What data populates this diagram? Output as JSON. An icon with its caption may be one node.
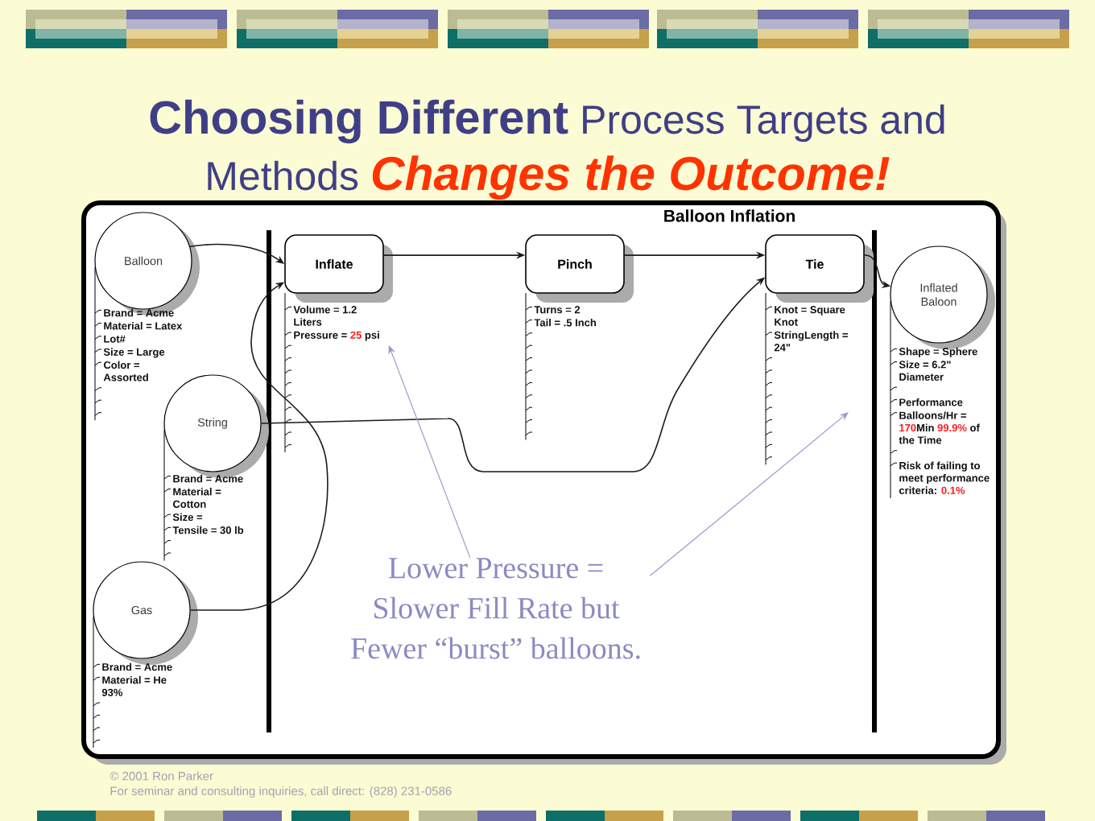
{
  "diagram": {
    "title": "**Choosing Different** Process Targets and Methods *Changes the Outcome!*",
    "nodes": [
      {
        "text": [
          "Balloon Inflation"
        ]
      },
      {
        "text": [
          "Balloon"
        ],
        "in": 0,
        "beside": [
          "Brand = Acme",
          "Material = Latex",
          "Lot#",
          "Size = Large",
          "Color = Assorted"
        ]
      },
      {
        "text": [
          "Inflate"
        ],
        "in": 0,
        "beside": [
          "Volume = 1.2 Liters",
          "Pressure = **25** psi"
        ]
      },
      {
        "text": [
          "Pinch"
        ],
        "in": 0,
        "beside": [
          "Turns = 2",
          "Tail = .5 Inch"
        ]
      },
      {
        "text": [
          "Tie"
        ],
        "in": 0,
        "beside": [
          "Knot = Square Knot",
          "StringLength = 24\""
        ]
      },
      {
        "text": [
          "Inflated Baloon"
        ],
        "in": 0,
        "beside": [
          "Shape = Sphere",
          "Size = 6.2\" Diameter",
          "Performance",
          "Balloons/Hr = **170**Min **99.9%** of the Time",
          "Risk of failing to meet performance criteria: **0.1%**"
        ]
      },
      {
        "text": [
          "String"
        ],
        "in": 0,
        "beside": [
          "Brand = Acme",
          "Material = Cotton",
          "Size =",
          "Tensile = 30 lb"
        ]
      },
      {
        "text": [
          "Gas"
        ],
        "in": 0,
        "beside": [
          "Brand = Acme",
          "Material = He 93%"
        ]
      },
      {
        "text": [
          "Lower Pressure = Slower Fill Rate but Fewer “burst” balloons."
        ],
        "in": 0
      }
    ],
    "edges": [
      {
        "from": 1,
        "to": 2,
        "arrow": "to"
      },
      {
        "from": 2,
        "to": 3,
        "arrow": "to"
      },
      {
        "from": 3,
        "to": 4,
        "arrow": "to"
      },
      {
        "from": 4,
        "to": 5,
        "arrow": "to"
      },
      {
        "from": 6,
        "to": 4,
        "arrow": "to"
      },
      {
        "from": 7,
        "to": 2,
        "arrow": "to"
      },
      {
        "from": 8,
        "to": 2,
        "arrow": "to",
        "color": "#9999cc"
      },
      {
        "from": 8,
        "to": null,
        "arrow": "to",
        "color": "#9999cc"
      }
    ],
    "labels": [
      "© 2001 Ron Parker",
      "For seminar and consulting inquiries, call direct: (828) 231-0586"
    ]
  }
}
